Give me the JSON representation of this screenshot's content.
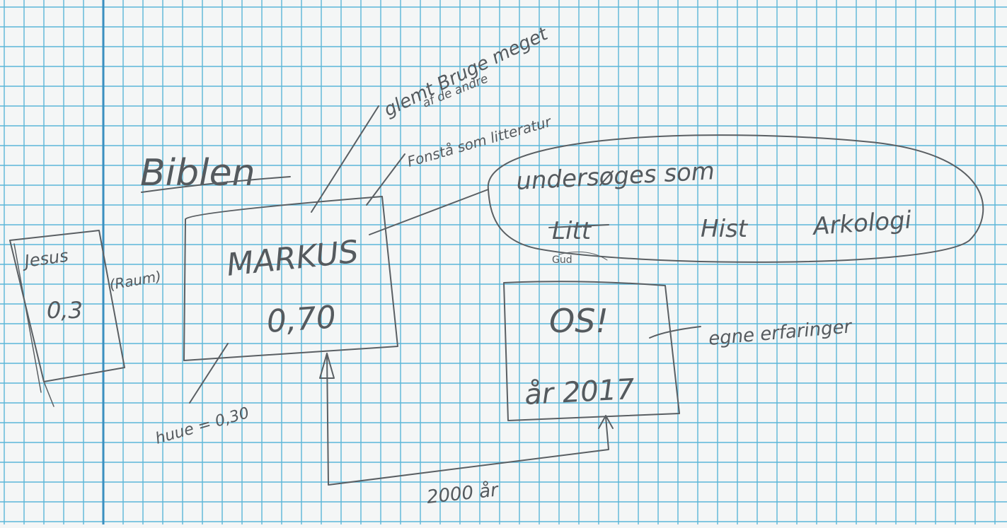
{
  "page": {
    "paper_color": "#f4f6f6",
    "grid_color": "#5bb6d8",
    "margin_line_color": "#3a8fc0",
    "ink_color": "#5a5f63"
  },
  "notes": {
    "title": "Biblen",
    "left_box": {
      "name": "Jesus",
      "value": "0,3",
      "side_note": "(Raum)"
    },
    "center_box": {
      "name": "MARKUS",
      "value": "0,70"
    },
    "right_box": {
      "line1": "OS!",
      "line2": "år 2017"
    },
    "annotation_top_1": "glemt Bruge meget",
    "annotation_top_2": "af de andre",
    "annotation_top_3": "Fonstå som litteratur",
    "bubble_line1": "undersøges som",
    "bubble_items": [
      "Litt",
      "Hist",
      "Arkologi"
    ],
    "bubble_struck_item": "Litt",
    "right_note": "egne erfaringer",
    "bottom_note": "huue = 0,30",
    "bottom_arrow_label": "2000 år",
    "bubble_small_text": "Gud"
  }
}
